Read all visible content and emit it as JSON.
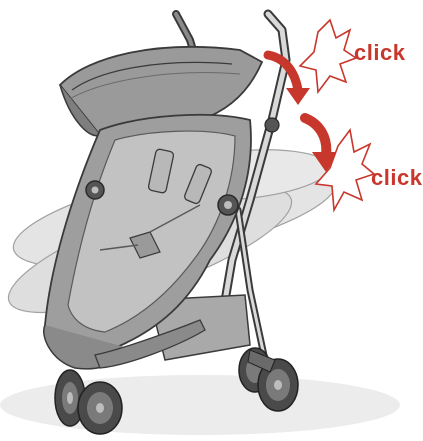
{
  "callouts": [
    {
      "label": "click"
    },
    {
      "label": "click"
    }
  ],
  "colors": {
    "accent_red": "#c8372c",
    "frame_outline": "#3a3a3a",
    "fabric_grey": "#8c8c8c",
    "fabric_light": "#b4b4b4",
    "motion_ghost": "#9a9a9a",
    "ground_shadow": "#e6e6e6"
  },
  "icons": {
    "stroller": "stroller-illustration",
    "arrow_top": "curved-down-arrow-icon",
    "arrow_bottom": "curved-down-arrow-icon",
    "burst_top": "click-burst-icon",
    "burst_bottom": "click-burst-icon"
  }
}
